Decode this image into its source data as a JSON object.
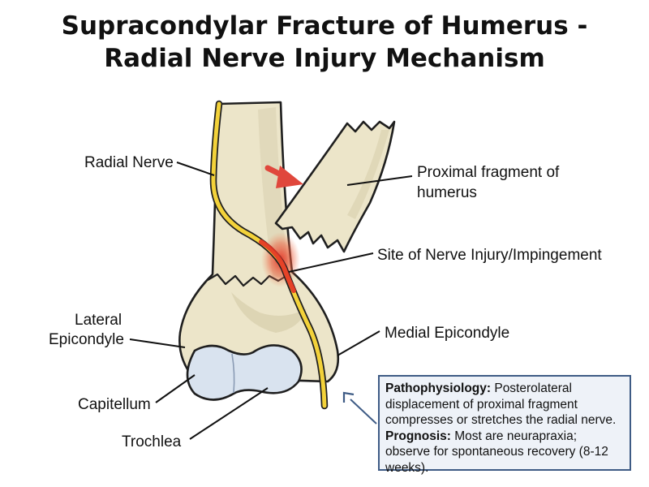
{
  "title": {
    "line1": "Supracondylar Fracture of Humerus -",
    "line2": "Radial Nerve Injury Mechanism"
  },
  "labels": {
    "radial_nerve": "Radial Nerve",
    "proximal_fragment_line1": "Proximal fragment of",
    "proximal_fragment_line2": "humerus",
    "injury_site": "Site of Nerve Injury/Impingement",
    "lateral_epicondyle_line1": "Lateral",
    "lateral_epicondyle_line2": "Epicondyle",
    "medial_epicondyle": "Medial Epicondyle",
    "capitellum": "Capitellum",
    "trochlea": "Trochlea"
  },
  "info_box": {
    "pathophysiology_heading": "Pathophysiology:",
    "pathophysiology_text": " Posterolateral displacement of proximal fragment compresses or stretches the radial nerve.",
    "prognosis_heading": "Prognosis:",
    "prognosis_text": " Most are neurapraxia; observe for spontaneous recovery (8-12 weeks)."
  },
  "colors": {
    "bone": "#ece5c9",
    "cartilage": "#d9e3ef",
    "nerve": "#f3d23a",
    "injury": "#e43326",
    "arrow": "#e0473c",
    "info_border": "#3e5b85"
  }
}
